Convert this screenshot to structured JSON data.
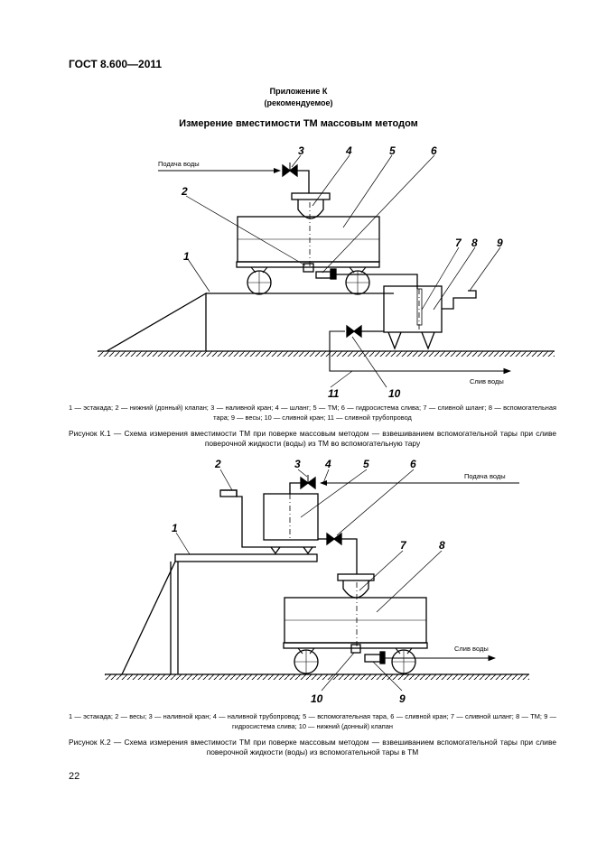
{
  "header": {
    "standard": "ГОСТ 8.600—2011"
  },
  "appendix": {
    "name": "Приложение К",
    "status": "(рекомендуемое)"
  },
  "section_title": "Измерение вместимости ТМ массовым методом",
  "figure1": {
    "labels": {
      "water_in": "Подача воды",
      "water_out": "Слив воды",
      "n1": "1",
      "n2": "2",
      "n3": "3",
      "n4": "4",
      "n5": "5",
      "n6": "6",
      "n7": "7",
      "n8": "8",
      "n9": "9",
      "n10": "10",
      "n11": "11"
    },
    "legend": "1 — эстакада; 2 — нижний (донный) клапан; 3 — наливной кран; 4 — шланг; 5 — ТМ; 6 — гидросистема слива; 7 — сливной шланг; 8 — вспомогательная тара; 9 — весы; 10 — сливной кран; 11 — сливной трубопровод",
    "caption": "Рисунок К.1 — Схема измерения вместимости ТМ при поверке массовым методом — взвешиванием вспомогательной тары при сливе поверочной жидкости (воды) из ТМ во вспомогательную тару"
  },
  "figure2": {
    "labels": {
      "water_in": "Подача воды",
      "water_out": "Слив воды",
      "n1": "1",
      "n2": "2",
      "n3": "3",
      "n4": "4",
      "n5": "5",
      "n6": "6",
      "n7": "7",
      "n8": "8",
      "n9": "9",
      "n10": "10"
    },
    "legend": "1 — эстакада; 2 — весы; 3 — наливной кран; 4 — наливной трубопровод; 5 — вспомогательная тара, 6 — сливной кран; 7 — сливной шланг; 8 — ТМ; 9 — гидросистема слива; 10 — нижний (донный) клапан",
    "caption": "Рисунок К.2 — Схема измерения вместимости ТМ при поверке массовым методом — взвешиванием вспомогательной тары при сливе поверочной жидкости (воды) из вспомогательной тары в ТМ"
  },
  "page_number": "22"
}
